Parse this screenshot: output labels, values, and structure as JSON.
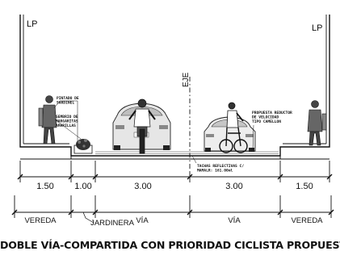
{
  "labels": {
    "lp_left": "LP",
    "lp_right": "LP",
    "eje": "EJE",
    "pintado_sardinel": [
      "PINTADO DE",
      "SARDINEL"
    ],
    "sembrio": [
      "SEMBRIO DE",
      "MARGARITAS",
      "AMARILLAS"
    ],
    "reductor": [
      "PROPUESTA REDUCTOR",
      "DE VELOCIDAD",
      "TIPO CAMELLON"
    ],
    "tachas": [
      "TACHAS REFLECTIVAS C/",
      "MAMALR: 161.00ml"
    ]
  },
  "dimensions": [
    "1.50",
    "1.00",
    "3.00",
    "3.00",
    "1.50"
  ],
  "zones": [
    "VEREDA",
    "JARDINERA",
    "VÍA",
    "VÍA",
    "VEREDA"
  ],
  "caption": "DOBLE VÍA-COMPARTIDA CON PRIORIDAD CICLISTA PROPUESTA"
}
